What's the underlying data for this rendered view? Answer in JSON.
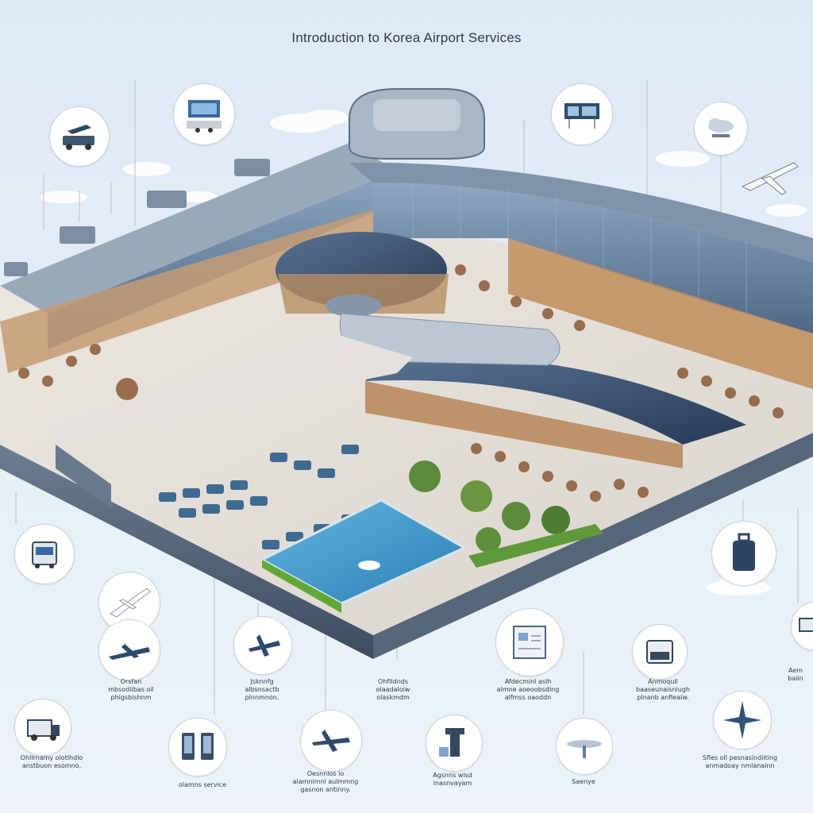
{
  "title": "Introduction to Korea Airport Services",
  "labels": {
    "l1": "Orsfan\nmbsodiibas oil\nphigsbishnm",
    "l2": "Jsknnfg\nalbsnsactb\nplnnmnon.",
    "l3": "Ohfildnds\nolaadaloiw\nolaskmdm",
    "l4": "Afdecminl aslh\nalmne aoeoobsding\nalfmss oaoddn",
    "l5": "Anmoqull\nbaaseunaisniugh\nplnanb anfiealw.",
    "l6": "Aem\nbaiin",
    "l7": "Ohllrnamy olotlhdlo\nanstbuon esomno,",
    "l8": "olamns service",
    "l9": "Oesnnlos lo\nalamnimnl aulmmng\ngasnon antinny.",
    "l10": "Agsnns wlsd\nlnasnvayam",
    "l11": "Saenye",
    "l12": "Sfles oll pesnasindiiting\nanmadoay nmlanainn"
  },
  "icons": [
    "airplane-tug-icon",
    "terminal-screen-icon",
    "departure-board-icon",
    "cloud-icon",
    "shuttle-van-icon",
    "airplane-icon",
    "luggage-icon",
    "document-icon",
    "kiosk-icon",
    "truck-icon",
    "phone-pair-icon",
    "control-tower-icon",
    "saucer-icon",
    "compass-star-icon",
    "helpdesk-icon"
  ],
  "colors": {
    "sky": "#dde9f4",
    "roof": "#3d5675",
    "glass": "#6f8aa6",
    "pool": "#3d92c4",
    "wood": "#b47a4a",
    "tree": "#5b8a3a"
  }
}
